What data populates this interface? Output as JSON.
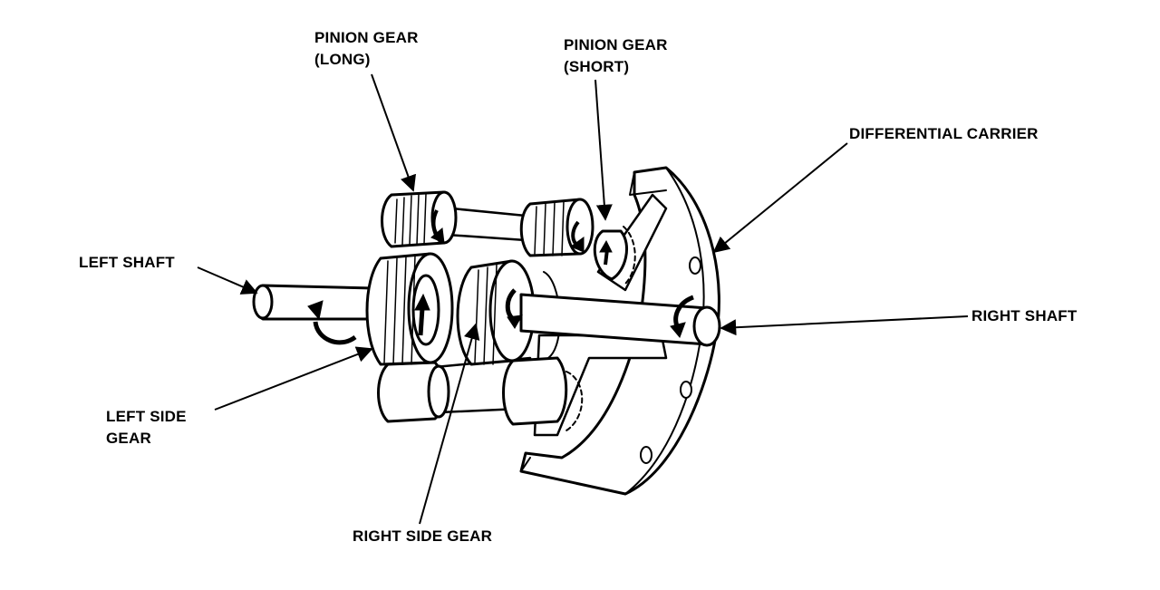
{
  "labels": {
    "pinion_long": [
      "PINION GEAR",
      "(LONG)"
    ],
    "pinion_short": [
      "PINION GEAR",
      "(SHORT)"
    ],
    "differential_carrier": "DIFFERENTIAL CARRIER",
    "left_shaft": "LEFT SHAFT",
    "right_shaft": "RIGHT SHAFT",
    "left_side_gear": [
      "LEFT SIDE",
      "GEAR"
    ],
    "right_side_gear": "RIGHT SIDE GEAR"
  },
  "colors": {
    "ink": "#000000",
    "paper": "#ffffff"
  }
}
